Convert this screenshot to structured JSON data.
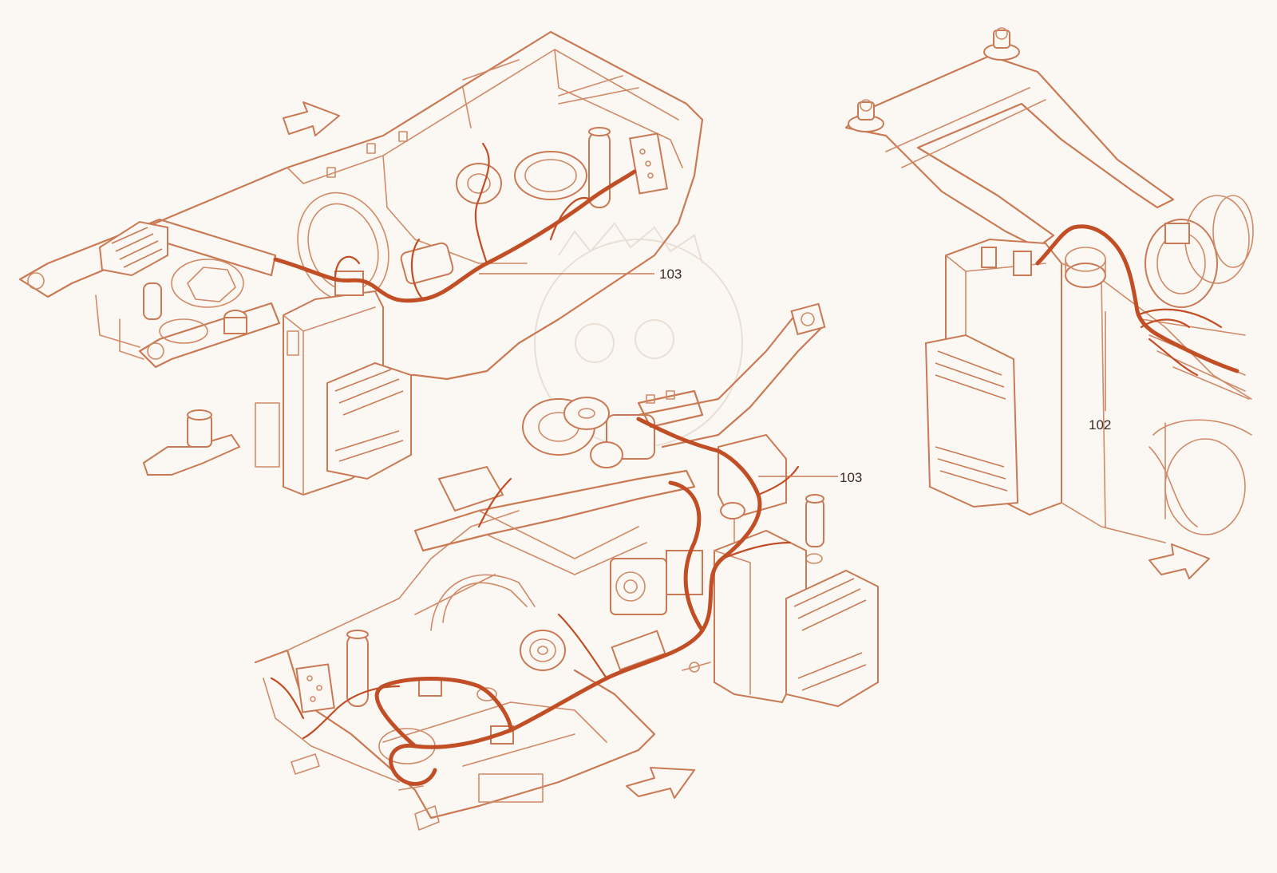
{
  "callouts": {
    "upper_left_harness": "103",
    "lower_center_harness": "103",
    "right_harness": "102"
  },
  "colors": {
    "line_art": "#c97a55",
    "cable": "#c24e26",
    "background": "#fbf8f3",
    "label_text": "#3a2a22"
  },
  "icons": {
    "direction_arrows": [
      "arrow-left-icon",
      "arrow-right-icon",
      "arrow-right-icon"
    ]
  }
}
